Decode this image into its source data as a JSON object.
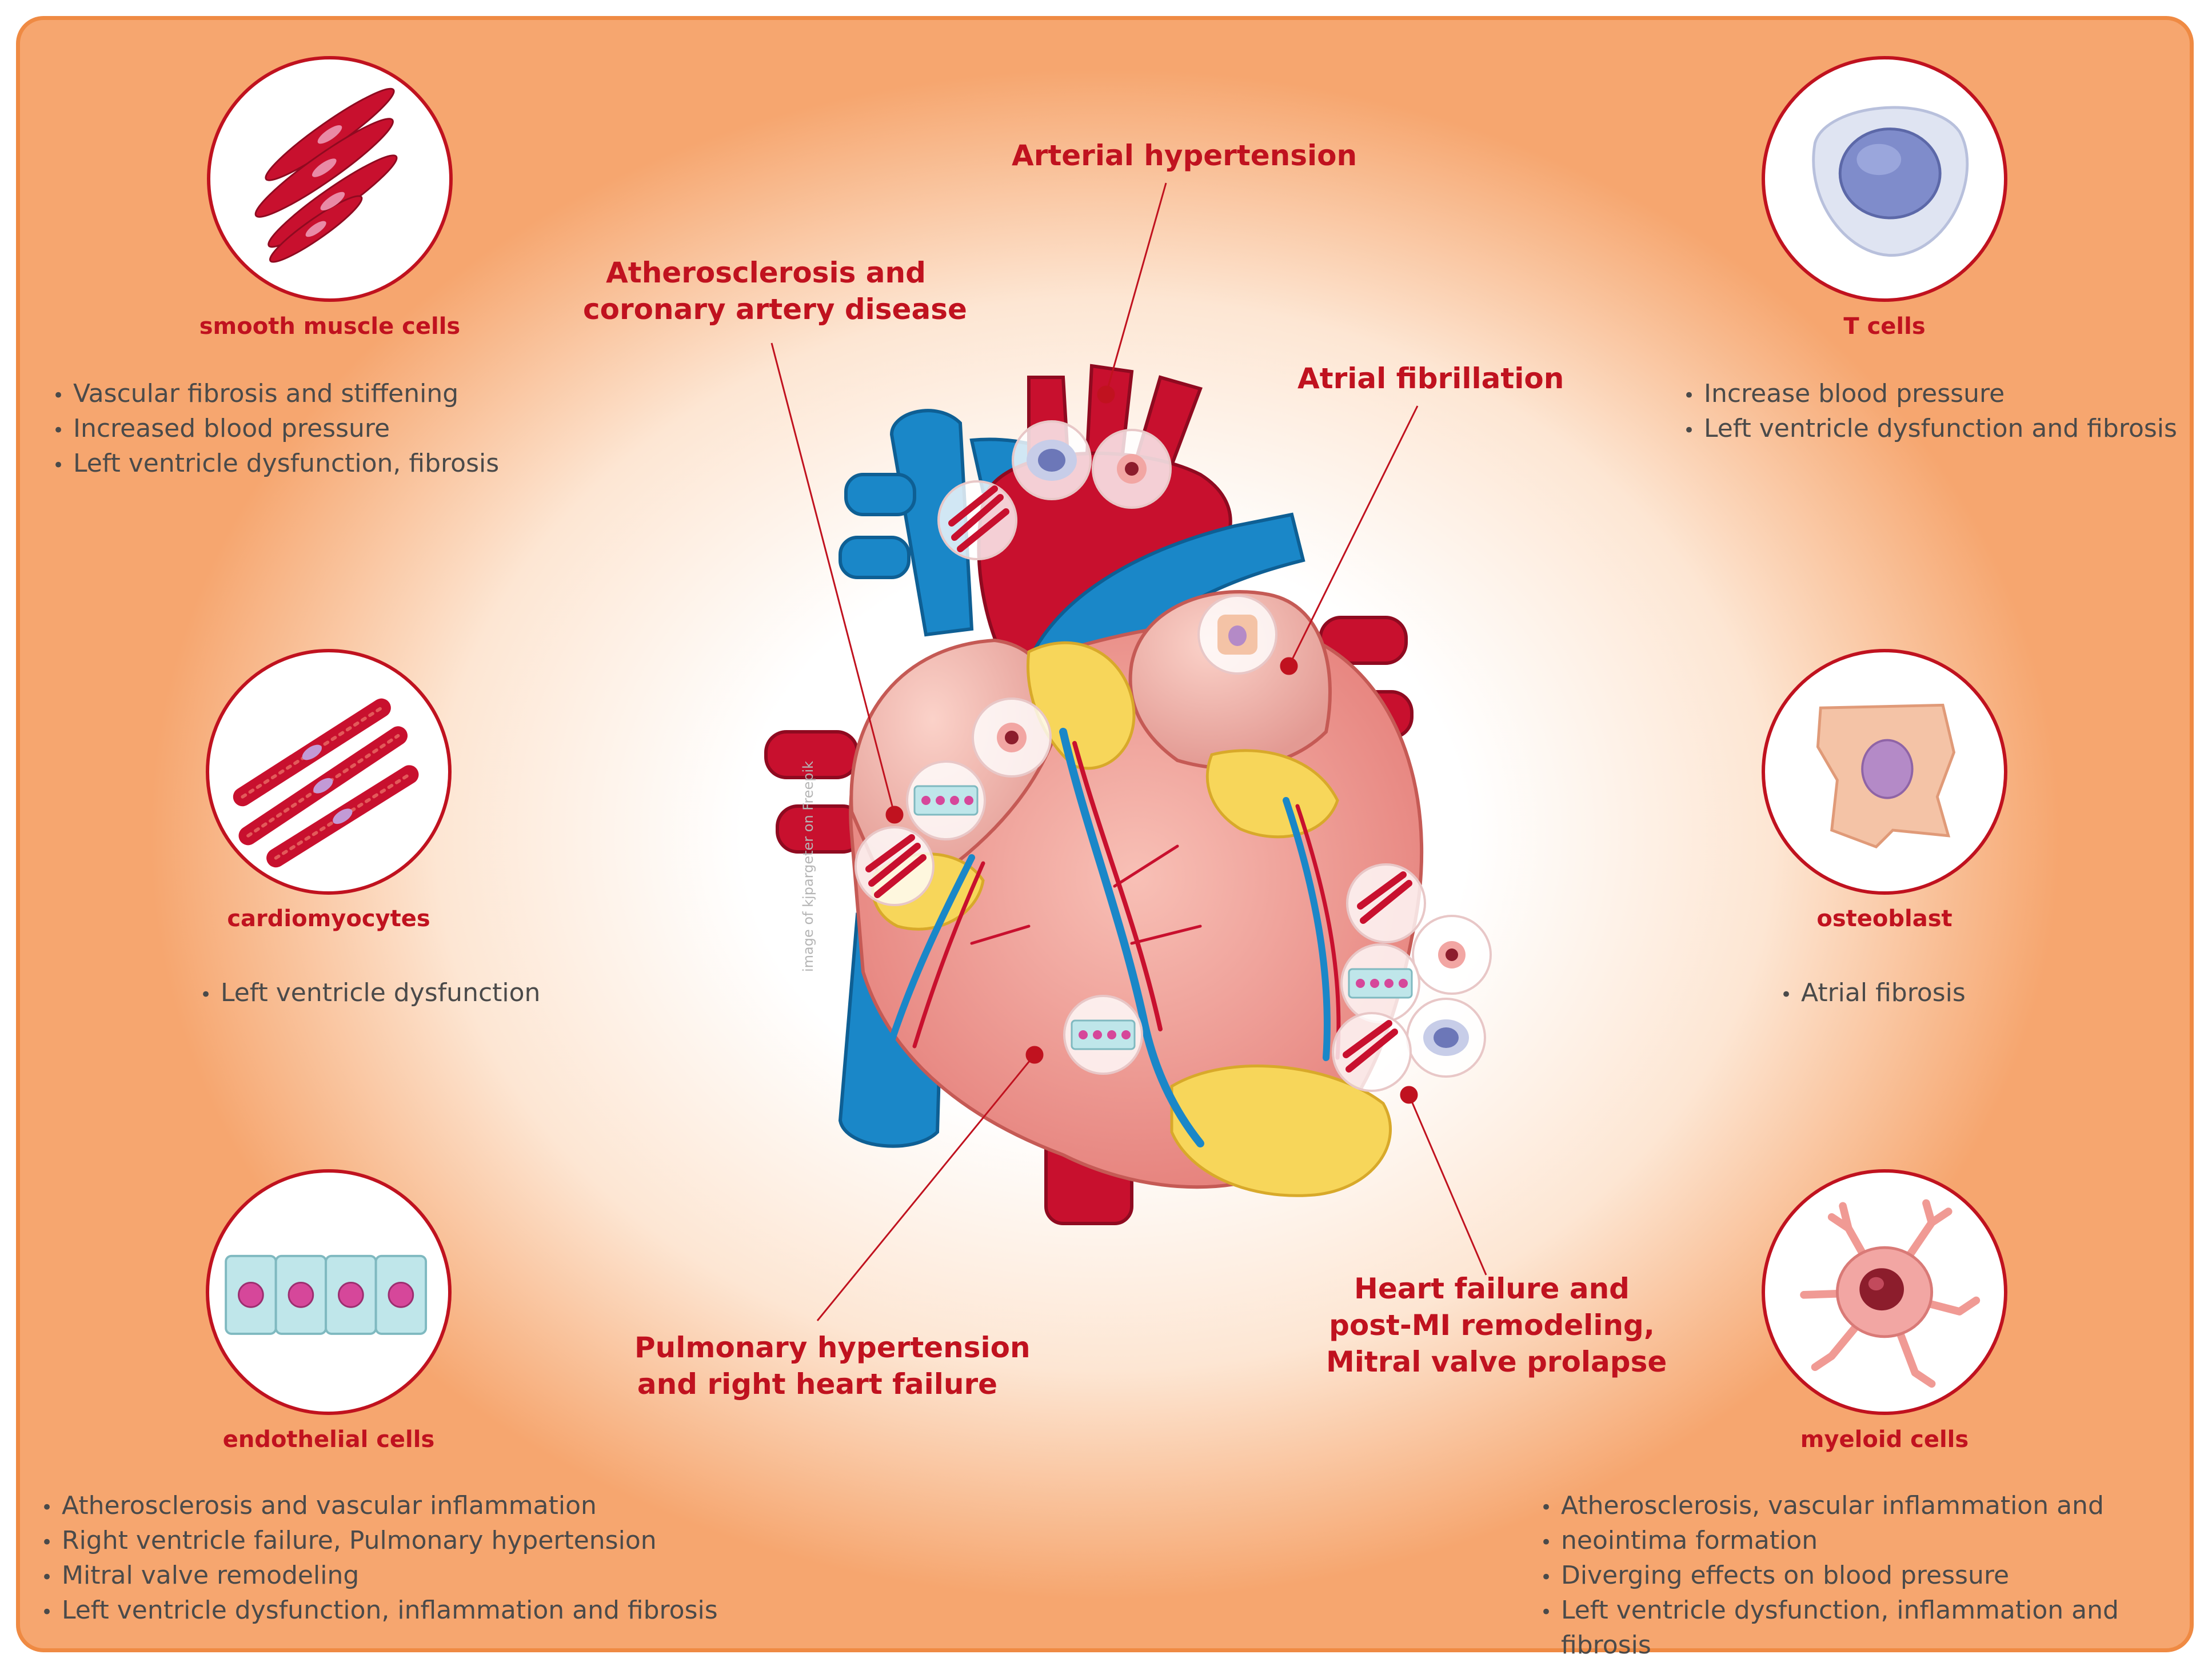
{
  "cells": {
    "smooth_muscle": {
      "label": "smooth muscle cells",
      "effects": [
        "Vascular fibrosis and stiffening",
        "Increased blood pressure",
        "Left ventricle dysfunction, fibrosis"
      ]
    },
    "cardiomyocytes": {
      "label": "cardiomyocytes",
      "effects": [
        "Left ventricle dysfunction"
      ]
    },
    "endothelial": {
      "label": "endothelial cells",
      "effects": [
        "Atherosclerosis and vascular inflammation",
        "Right ventricle failure, Pulmonary hypertension",
        "Mitral valve remodeling",
        "Left ventricle dysfunction, inflammation and fibrosis"
      ]
    },
    "t_cells": {
      "label": "T cells",
      "effects": [
        "Increase blood pressure",
        "Left ventricle dysfunction and fibrosis"
      ]
    },
    "osteoblast": {
      "label": "osteoblast",
      "effects": [
        "Atrial fibrosis"
      ]
    },
    "myeloid": {
      "label": "myeloid cells",
      "effects": [
        "Atherosclerosis, vascular inflammation and",
        "neointima formation",
        "Diverging effects on blood pressure",
        "Left ventricle dysfunction, inflammation and fibrosis"
      ]
    }
  },
  "diseases": {
    "arterial_hypertension": "Arterial hypertension",
    "atherosclerosis": [
      "Atherosclerosis and",
      "coronary artery disease"
    ],
    "atrial_fibrillation": "Atrial fibrillation",
    "pulmonary_hypertension": [
      "Pulmonary hypertension",
      "and right heart failure"
    ],
    "heart_failure": [
      "Heart failure and",
      "post-MI remodeling,",
      "Mitral valve prolapse"
    ]
  },
  "watermark": "image of kjpargeter on Freepik",
  "colors": {
    "frame": "#ef8a43",
    "accent_red": "#c0121f",
    "text_gray": "#4a4a4a",
    "vessel_blue": "#1a87c8",
    "artery_red": "#c8102e",
    "heart_pink": "#f29b96",
    "fat_yellow": "#f7d65a"
  }
}
